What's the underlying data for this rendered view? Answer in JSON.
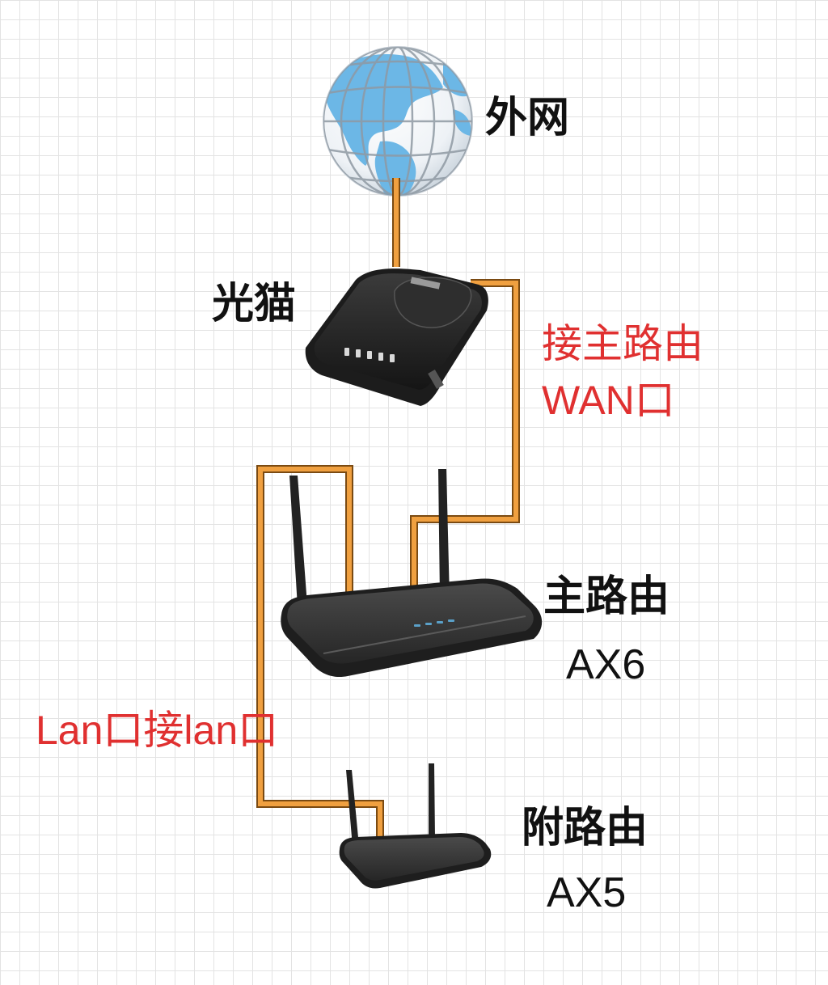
{
  "labels": {
    "internet": "外网",
    "modem": "光猫",
    "to_main_wan_line1": "接主路由",
    "to_main_wan_line2": "WAN口",
    "main_router_line1": "主路由",
    "main_router_line2": "AX6",
    "lan_to_lan": "Lan口接lan口",
    "sub_router_line1": "附路由",
    "sub_router_line2": "AX5"
  },
  "colors": {
    "cable": "#f0a040",
    "device_body": "#333333",
    "globe_land": "#6cb7e6",
    "label_red": "#e03030",
    "label_black": "#111111"
  },
  "icons": {
    "internet": "globe-icon",
    "modem": "modem-icon",
    "main_router": "router-icon",
    "sub_router": "router-icon"
  }
}
